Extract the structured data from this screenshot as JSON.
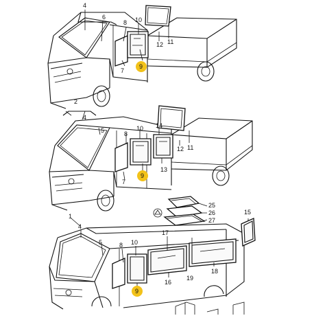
{
  "colors": {
    "highlight": "#f2c21a",
    "line": "#111111",
    "background": "#ffffff"
  },
  "views": [
    {
      "name": "single-cab-pickup",
      "callouts": {
        "c4": "4",
        "c6": "6",
        "c8": "8",
        "c10": "10",
        "c9": "9",
        "c7": "7",
        "c12": "12",
        "c11": "11"
      }
    },
    {
      "name": "double-cab-pickup",
      "callouts": {
        "c2": "2",
        "c5": "5",
        "c4": "4",
        "c8": "8",
        "c10": "10",
        "c14": "14",
        "c12": "12",
        "c11": "11",
        "c9": "9",
        "c7": "7",
        "c13": "13"
      }
    },
    {
      "name": "van",
      "callouts": {
        "c1": "1",
        "c4": "4",
        "c5": "5",
        "c8": "8",
        "c10": "10",
        "c17": "17",
        "c19": "19",
        "c9": "9",
        "c16": "16",
        "c18": "18",
        "c15": "15",
        "c25": "25",
        "c26": "26",
        "c27": "27"
      }
    }
  ]
}
